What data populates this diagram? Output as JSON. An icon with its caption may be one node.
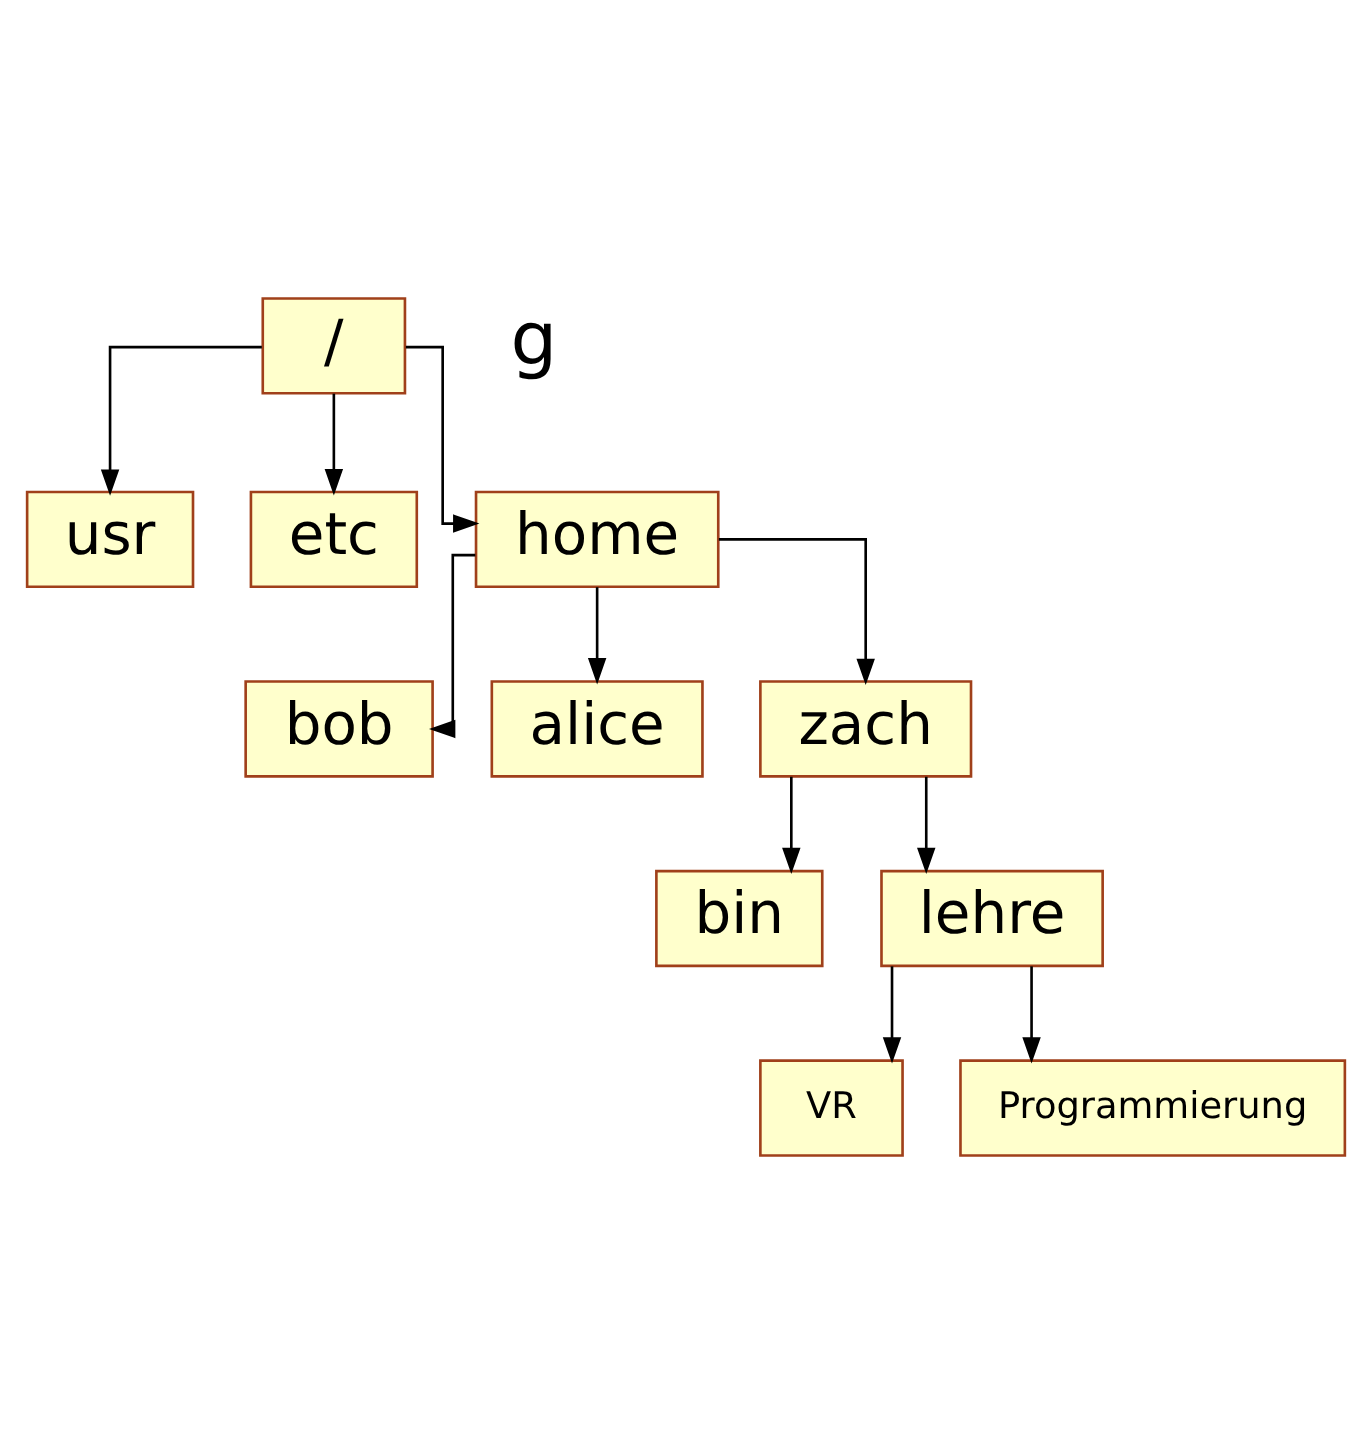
{
  "diagram": {
    "nodes": [
      {
        "text": [
          "/"
        ]
      },
      {
        "text": [
          "usr"
        ]
      },
      {
        "text": [
          "etc"
        ]
      },
      {
        "text": [
          "home"
        ]
      },
      {
        "text": [
          "bob"
        ]
      },
      {
        "text": [
          "alice"
        ]
      },
      {
        "text": [
          "zach"
        ]
      },
      {
        "text": [
          "bin"
        ]
      },
      {
        "text": [
          "lehre"
        ]
      },
      {
        "text": [
          "VR"
        ]
      },
      {
        "text": [
          "Programmierung"
        ]
      }
    ],
    "edges": [
      {
        "from": 0,
        "to": 1,
        "arrow": "to"
      },
      {
        "from": 0,
        "to": 2,
        "arrow": "to"
      },
      {
        "from": 0,
        "to": 3,
        "arrow": "to"
      },
      {
        "from": 3,
        "to": 4,
        "arrow": "to"
      },
      {
        "from": 3,
        "to": 5,
        "arrow": "to"
      },
      {
        "from": 3,
        "to": 6,
        "arrow": "to"
      },
      {
        "from": 6,
        "to": 7,
        "arrow": "to"
      },
      {
        "from": 6,
        "to": 8,
        "arrow": "to"
      },
      {
        "from": 8,
        "to": 9,
        "arrow": "to"
      },
      {
        "from": 8,
        "to": 10,
        "arrow": "to"
      }
    ],
    "labels": [
      "g"
    ]
  }
}
